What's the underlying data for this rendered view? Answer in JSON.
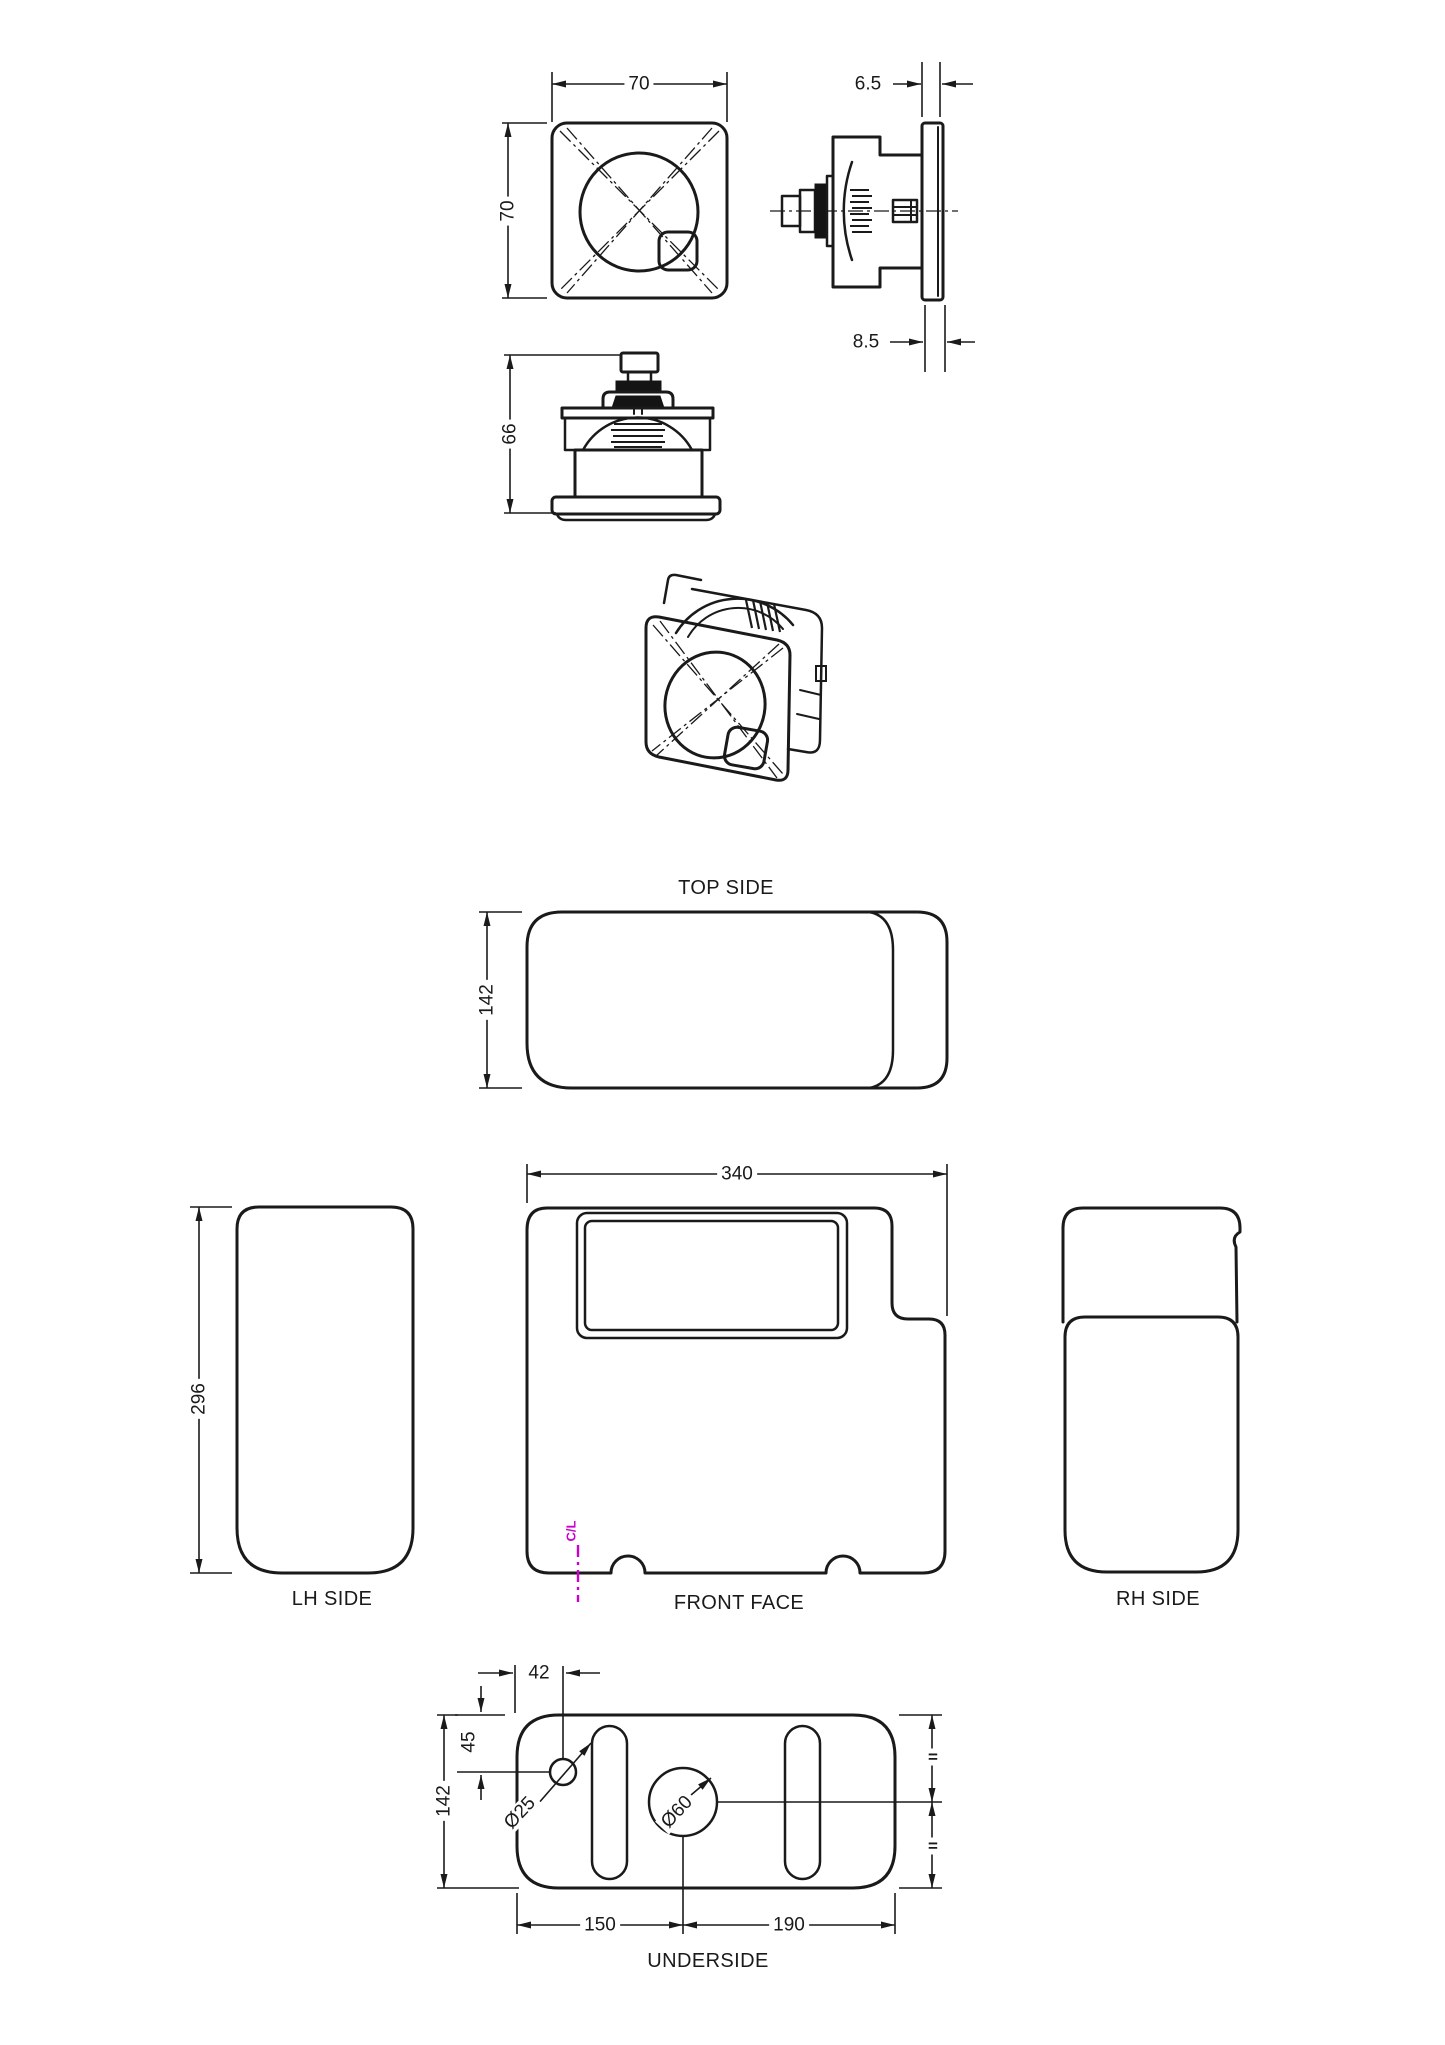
{
  "drawing": {
    "background": "#ffffff",
    "line_color": "#1a1a1a",
    "centerline_color": "#cc00cc"
  },
  "views": {
    "button_top": {
      "width_dim": "70",
      "height_dim": "70"
    },
    "button_side": {
      "flange_dim": "6.5",
      "lip_dim": "8.5"
    },
    "button_front": {
      "height_dim": "66"
    },
    "top_side": {
      "title": "TOP SIDE",
      "depth_dim": "142"
    },
    "lh_side": {
      "title": "LH SIDE",
      "height_dim": "296"
    },
    "front_face": {
      "title": "FRONT FACE",
      "width_dim": "340",
      "centerline_label": "C/L"
    },
    "rh_side": {
      "title": "RH SIDE"
    },
    "underside": {
      "title": "UNDERSIDE",
      "hole_offset_x": "42",
      "hole_offset_y": "45",
      "depth_dim": "142",
      "small_hole_dia": "Ø25",
      "large_hole_dia": "Ø60",
      "left_span": "150",
      "right_span": "190",
      "equal_top": "=",
      "equal_bottom": "="
    }
  }
}
